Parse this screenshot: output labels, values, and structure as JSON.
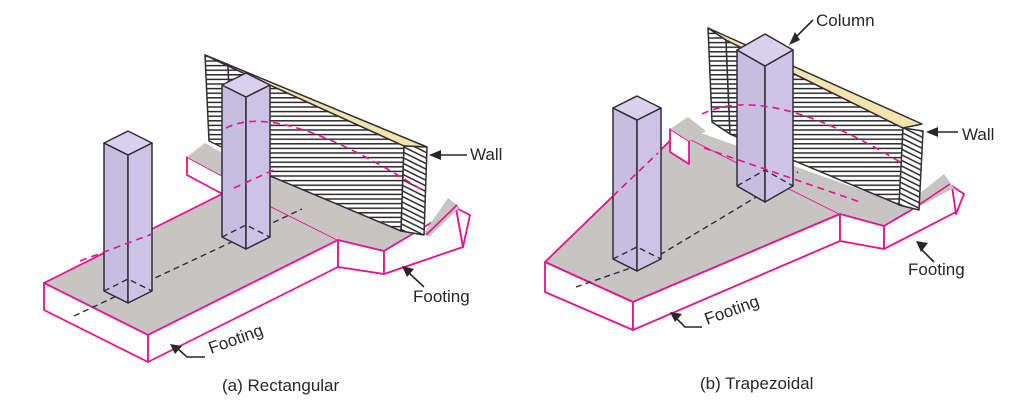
{
  "colors": {
    "page_bg": "#ffffff",
    "magenta": "#e8118f",
    "gray_top": "#c6c5c3",
    "white_face": "#ffffff",
    "lavender_left": "#c5bee0",
    "lavender_right": "#cbc4e7",
    "lavender_top": "#d7d1ee",
    "wall_yellow": "#f1e5ad",
    "outline_dark": "#322d36",
    "hatch_dark": "#2b2b2b",
    "text": "#2a2627"
  },
  "diagram_a": {
    "caption": "(a) Rectangular",
    "labels": {
      "wall": "Wall",
      "footing_right": "Footing",
      "footing_bottom": "Footing"
    }
  },
  "diagram_b": {
    "caption": "(b) Trapezoidal",
    "labels": {
      "column": "Column",
      "wall": "Wall",
      "footing_right": "Footing",
      "footing_bottom": "Footing"
    }
  }
}
